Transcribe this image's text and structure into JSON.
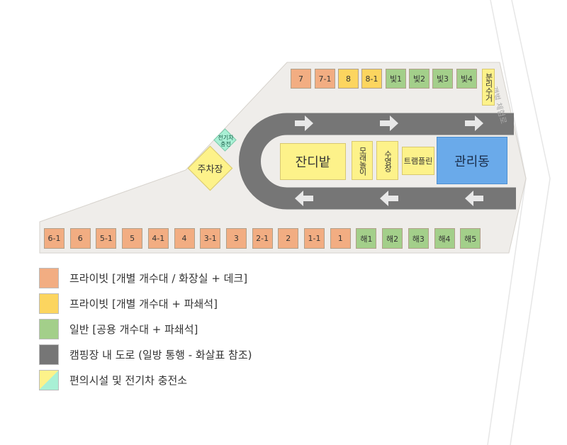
{
  "colors": {
    "private_deck": "#f2ad82",
    "private_table": "#fcd55f",
    "general": "#a3cf8a",
    "road": "#767676",
    "facility": "#fdf28a",
    "ev": "#a9f0d5",
    "office": "#6aaaea",
    "ground": "#efedea"
  },
  "street_label": "갯벌 체험로",
  "top_slots": [
    {
      "label": "7",
      "type": "private_deck"
    },
    {
      "label": "7-1",
      "type": "private_deck"
    },
    {
      "label": "8",
      "type": "private_table"
    },
    {
      "label": "8-1",
      "type": "private_table"
    },
    {
      "label": "빛1",
      "type": "general"
    },
    {
      "label": "빛2",
      "type": "general"
    },
    {
      "label": "빛3",
      "type": "general"
    },
    {
      "label": "빛4",
      "type": "general"
    }
  ],
  "bottom_slots": [
    {
      "label": "6-1",
      "type": "private_deck"
    },
    {
      "label": "6",
      "type": "private_deck"
    },
    {
      "label": "5-1",
      "type": "private_deck"
    },
    {
      "label": "5",
      "type": "private_deck"
    },
    {
      "label": "4-1",
      "type": "private_deck"
    },
    {
      "label": "4",
      "type": "private_deck"
    },
    {
      "label": "3-1",
      "type": "private_deck"
    },
    {
      "label": "3",
      "type": "private_deck"
    },
    {
      "label": "2-1",
      "type": "private_deck"
    },
    {
      "label": "2",
      "type": "private_deck"
    },
    {
      "label": "1-1",
      "type": "private_deck"
    },
    {
      "label": "1",
      "type": "private_deck"
    },
    {
      "label": "해1",
      "type": "general"
    },
    {
      "label": "해2",
      "type": "general"
    },
    {
      "label": "해3",
      "type": "general"
    },
    {
      "label": "해4",
      "type": "general"
    },
    {
      "label": "해5",
      "type": "general"
    }
  ],
  "facilities": {
    "recycling": "분리수거",
    "lawn": "잔디밭",
    "sandbox": "모래놀이",
    "pool": "수영장",
    "trampoline": "트램플린",
    "office": "관리동",
    "parking": "주차장",
    "ev_charging": "전기차 충전"
  },
  "legend": [
    {
      "label": "프라이빗 [개별 개수대 / 화장실 + 데크]",
      "color": "#f2ad82"
    },
    {
      "label": "프라이빗 [개별 개수대 + 파쇄석]",
      "color": "#fcd55f"
    },
    {
      "label": "일반 [공용 개수대 + 파쇄석]",
      "color": "#a3cf8a"
    },
    {
      "label": "캠핑장 내 도로 (일방 통행 - 화살표 참조)",
      "color": "#767676"
    },
    {
      "label": "편의시설 및 전기차 충전소",
      "color": "split-yellow-mint"
    }
  ]
}
